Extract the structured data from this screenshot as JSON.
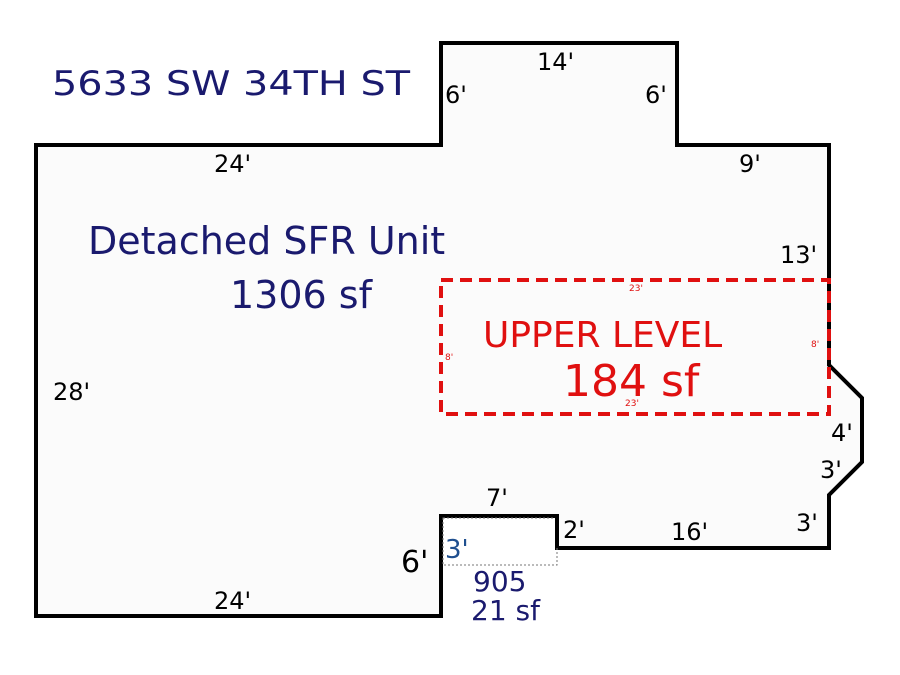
{
  "address": "5633 SW 34TH ST",
  "main_unit": {
    "name": "Detached SFR Unit",
    "area": "1306 sf"
  },
  "upper_level": {
    "name": "UPPER LEVEL",
    "area": "184 sf",
    "dims": {
      "top": "23'",
      "bottom": "23'",
      "left": "8'",
      "right": "8'"
    }
  },
  "small_area": {
    "code": "905",
    "area": "21 sf",
    "dim": "3'"
  },
  "dimensions": {
    "top_bump": "14'",
    "bump_left": "6'",
    "bump_right": "6'",
    "top_left": "24'",
    "top_right": "9'",
    "right_upper": "13'",
    "left_side": "28'",
    "right_angle_upper": "4'",
    "right_angle_lower": "3'",
    "right_lower": "3'",
    "bottom_mid": "16'",
    "notch_right": "2'",
    "notch_top": "7'",
    "notch_left": "6'",
    "bottom_left": "24'"
  },
  "colors": {
    "outline": "#000000",
    "fill": "#fbfbfb",
    "unit_text": "#1a1a6e",
    "upper_level": "#e01010",
    "small_dim": "#1f4f8f"
  }
}
